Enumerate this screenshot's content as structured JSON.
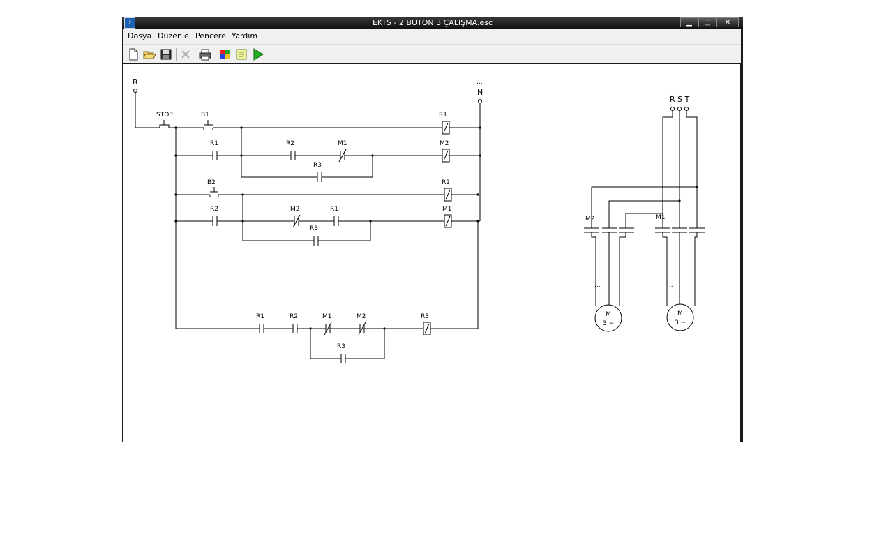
{
  "window": {
    "title": "EKTS - 2 BUTON 3 ÇALIŞMA.esc",
    "minimize_glyph": "▁",
    "maximize_glyph": "□",
    "close_glyph": "✕"
  },
  "menu": {
    "items": [
      "Dosya",
      "Düzenle",
      "Pencere",
      "Yardım"
    ]
  },
  "toolbar": {
    "icons": [
      "new-document-icon",
      "open-folder-icon",
      "save-icon",
      "delete-icon",
      "print-icon",
      "colors-icon",
      "notes-icon",
      "run-icon"
    ]
  },
  "diagram": {
    "supply_left": "R",
    "supply_right": "N",
    "ellipsis": "...",
    "three_phase": "R S T",
    "stop_label": "STOP",
    "b1_label": "B1",
    "b2_label": "B2",
    "coils": [
      "R1",
      "M2",
      "R2",
      "M1",
      "R3"
    ],
    "contacts": {
      "rung2": [
        "R1",
        "R2",
        "M1",
        "R3"
      ],
      "rung4": [
        "R2",
        "M2",
        "R1",
        "R3"
      ],
      "rung5": [
        "R1",
        "R2",
        "M1",
        "M2",
        "R3"
      ]
    },
    "motor_label": "M",
    "motor_phase": "3 ~",
    "power_contacts": [
      "M2",
      "M1"
    ]
  }
}
